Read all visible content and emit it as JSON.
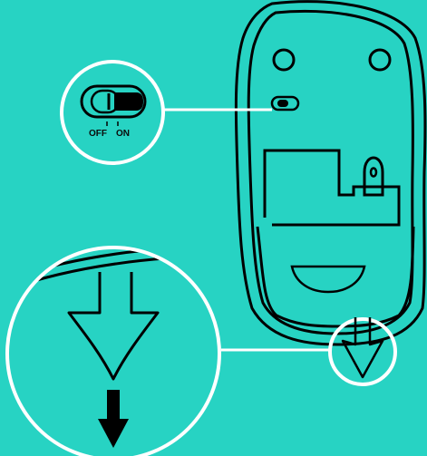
{
  "switch_labels": {
    "off": "OFF",
    "on": "ON"
  },
  "colors": {
    "background": "#27d3c3",
    "stroke": "#000000",
    "callout": "#ffffff"
  },
  "icons": {
    "device": "mouse-underside",
    "switch": "power-switch",
    "action": "down-arrow"
  }
}
